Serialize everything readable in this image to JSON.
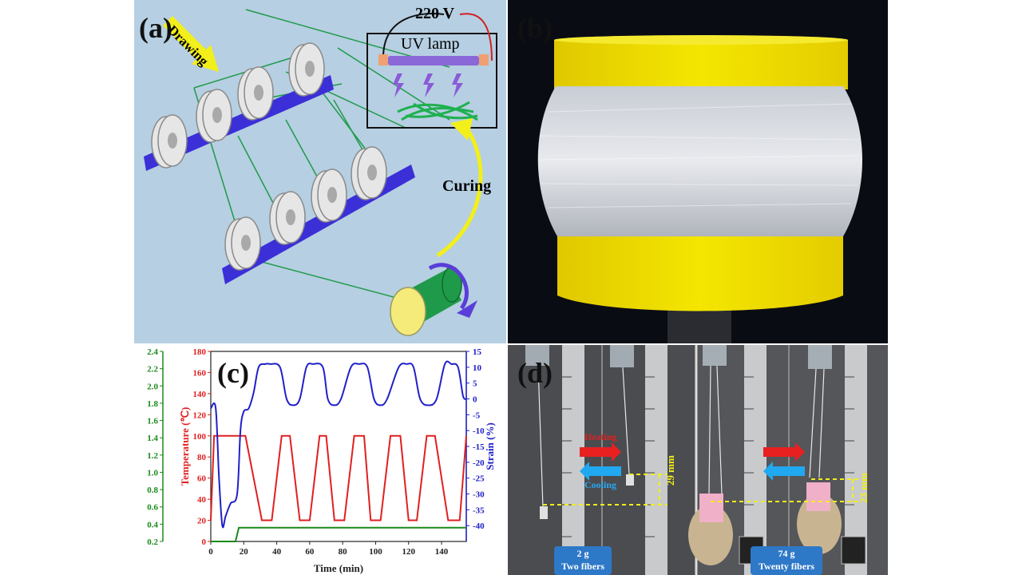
{
  "panel_a": {
    "tag": "(a)",
    "drawing": "Drawing",
    "voltage": "220 V",
    "lamp": "UV lamp",
    "curing": "Curing"
  },
  "panel_b": {
    "tag": "(b)"
  },
  "panel_c": {
    "tag": "(c)"
  },
  "panel_d": {
    "tag": "(d)",
    "heating": "Heating",
    "cooling": "Cooling",
    "disp1": "29 mm",
    "disp2": "23 mm",
    "box1_line1": "2 g",
    "box1_line2": "Two fibers",
    "box2_line1": "74 g",
    "box2_line2": "Twenty fibers"
  },
  "colors": {
    "stress": "#1a8a1a",
    "temperature": "#e02020",
    "strain": "#2020c8",
    "panel_a_bg": "#b6cfe2",
    "fiber": "#1f9a4a",
    "spool": "#f0e800"
  },
  "chart_data": {
    "type": "line",
    "title": "",
    "xlabel": "Time (min)",
    "xlim": [
      0,
      155
    ],
    "x_ticks": [
      "0",
      "20",
      "40",
      "60",
      "80",
      "100",
      "120",
      "140"
    ],
    "axes": [
      {
        "name": "Stress",
        "label": "Stress (MPa)",
        "position": "left-outer",
        "range": [
          0.2,
          2.4
        ],
        "ticks": [
          "0.2",
          "0.4",
          "0.6",
          "0.8",
          "1.0",
          "1.2",
          "1.4",
          "1.6",
          "1.8",
          "2.0",
          "2.2",
          "2.4"
        ]
      },
      {
        "name": "Temperature",
        "label": "Temperature (℃)",
        "position": "left-inner",
        "range": [
          0,
          180
        ],
        "ticks": [
          "0",
          "20",
          "40",
          "60",
          "80",
          "100",
          "120",
          "140",
          "160",
          "180"
        ]
      },
      {
        "name": "Strain",
        "label": "Strain (%)",
        "position": "right",
        "range": [
          -45,
          15
        ],
        "ticks": [
          "15",
          "10",
          "5",
          "0",
          "-5",
          "-10",
          "-15",
          "-20",
          "-25",
          "-30",
          "-35",
          "-40"
        ]
      }
    ],
    "series": [
      {
        "name": "Temperature",
        "axis": "Temperature",
        "x": [
          0,
          2,
          10,
          21,
          31,
          37,
          43,
          48,
          54,
          60,
          66,
          70,
          75,
          81,
          87,
          93,
          97,
          103,
          109,
          115,
          120,
          125,
          131,
          136,
          144,
          151,
          155
        ],
        "y": [
          20,
          100,
          100,
          100,
          20,
          20,
          100,
          100,
          20,
          20,
          100,
          100,
          20,
          20,
          100,
          100,
          20,
          20,
          100,
          100,
          20,
          20,
          100,
          100,
          20,
          20,
          100
        ]
      },
      {
        "name": "Strain",
        "axis": "Strain",
        "x": [
          0,
          3,
          5,
          7,
          9,
          12,
          16,
          18,
          20,
          23,
          26,
          29,
          33,
          36,
          42,
          46,
          50,
          54,
          58,
          62,
          68,
          71,
          75,
          79,
          85,
          90,
          95,
          99,
          103,
          107,
          114,
          119,
          123,
          127,
          132,
          137,
          142,
          146,
          150,
          153,
          155
        ],
        "y": [
          -3,
          -3,
          -25,
          -40,
          -37,
          -33,
          -30,
          -10,
          -4,
          -3,
          2,
          10,
          11,
          11,
          10,
          0,
          -2,
          0,
          10,
          11,
          10,
          0,
          -2,
          0,
          10,
          11,
          10,
          0,
          -2,
          0,
          10,
          11,
          10,
          0,
          -2,
          0,
          11,
          11,
          10,
          1,
          0
        ]
      },
      {
        "name": "Stress",
        "axis": "Stress",
        "x": [
          0,
          15,
          17,
          155
        ],
        "y": [
          0.2,
          0.2,
          0.36,
          0.36
        ]
      }
    ]
  }
}
